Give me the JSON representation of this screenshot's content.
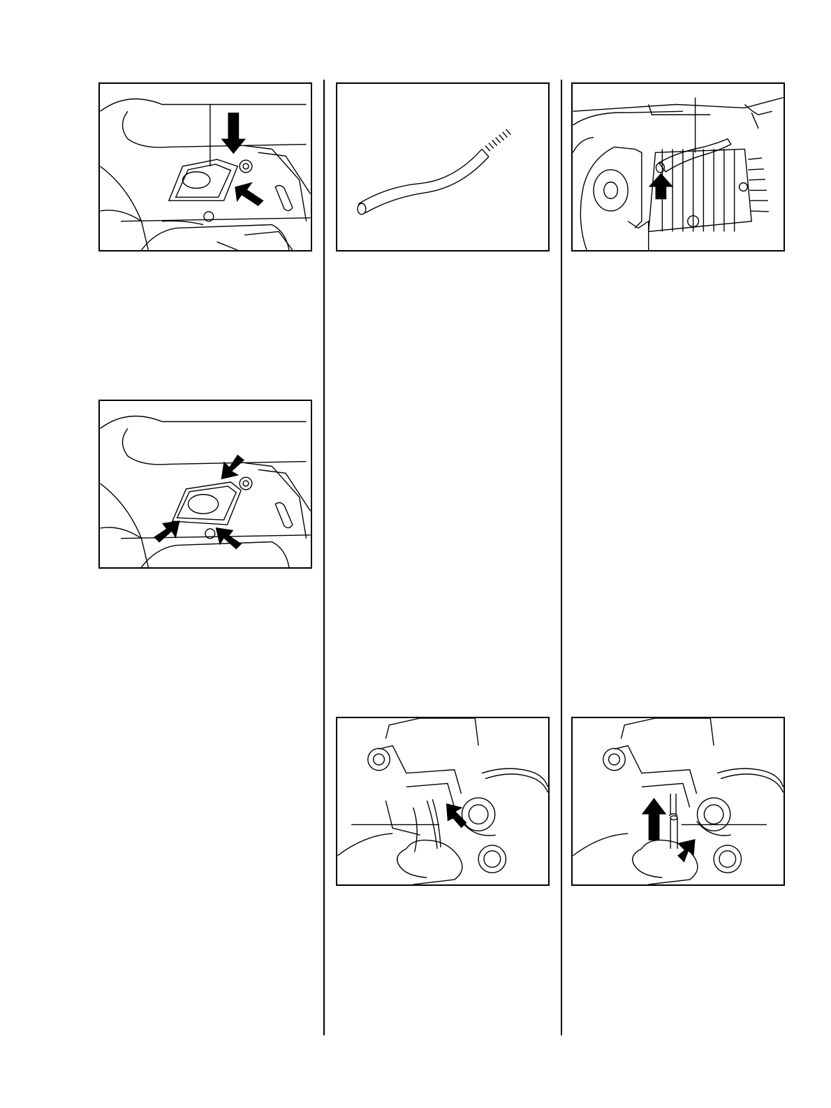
{
  "page": {
    "background": "#ffffff",
    "line_color": "#000000"
  },
  "figures": [
    {
      "id": "fig-1",
      "icons": [
        "leader-line",
        "arrow-down",
        "arrow-up-left"
      ]
    },
    {
      "id": "fig-2",
      "icons": []
    },
    {
      "id": "fig-3",
      "icons": [
        "leader-line",
        "arrow-up"
      ]
    },
    {
      "id": "fig-4",
      "icons": [
        "arrow-down-left",
        "arrow-up-right",
        "arrow-up-left"
      ]
    },
    {
      "id": "fig-5",
      "icons": [
        "leader-line",
        "arrow-up-right"
      ]
    },
    {
      "id": "fig-6",
      "icons": [
        "leader-line",
        "arrow-up",
        "arrow-up"
      ]
    }
  ]
}
